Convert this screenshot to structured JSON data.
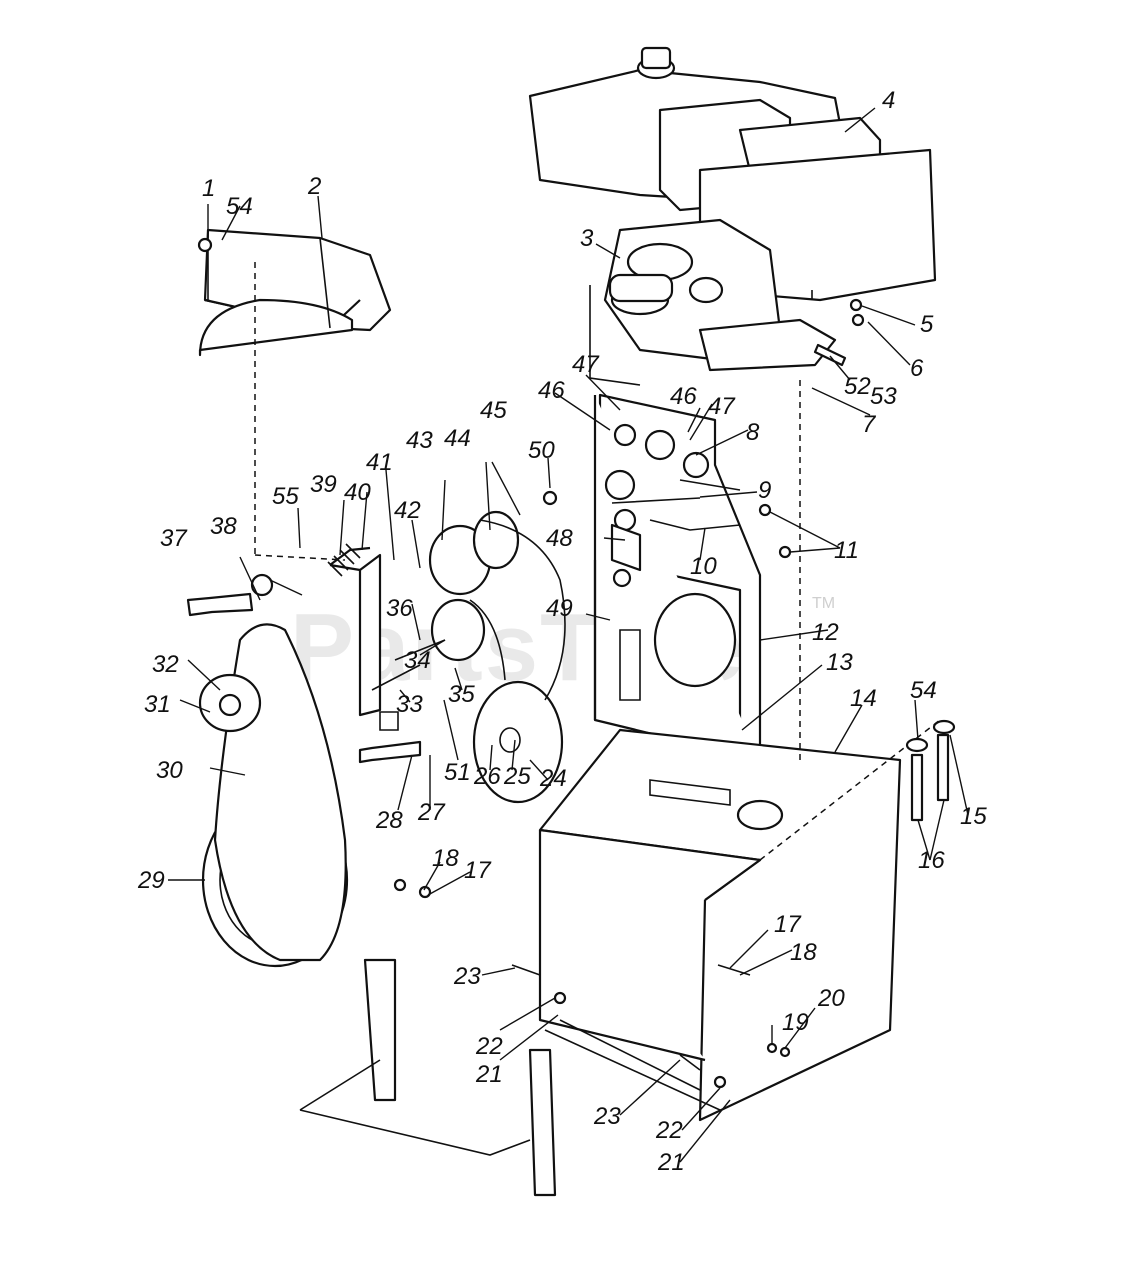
{
  "watermark": {
    "text": "PartsTree",
    "trademark": "TM"
  },
  "callouts": [
    "1",
    "54",
    "2",
    "3",
    "4",
    "5",
    "6",
    "52",
    "53",
    "7",
    "47",
    "46",
    "46",
    "47",
    "8",
    "50",
    "9",
    "55",
    "39",
    "40",
    "41",
    "42",
    "43",
    "44",
    "45",
    "37",
    "38",
    "48",
    "11",
    "10",
    "36",
    "49",
    "12",
    "32",
    "34",
    "35",
    "31",
    "33",
    "13",
    "30",
    "51",
    "26",
    "25",
    "24",
    "28",
    "27",
    "54",
    "14",
    "29",
    "18",
    "17",
    "16",
    "15",
    "17",
    "18",
    "23",
    "22",
    "21",
    "19",
    "20",
    "23",
    "22",
    "21"
  ]
}
